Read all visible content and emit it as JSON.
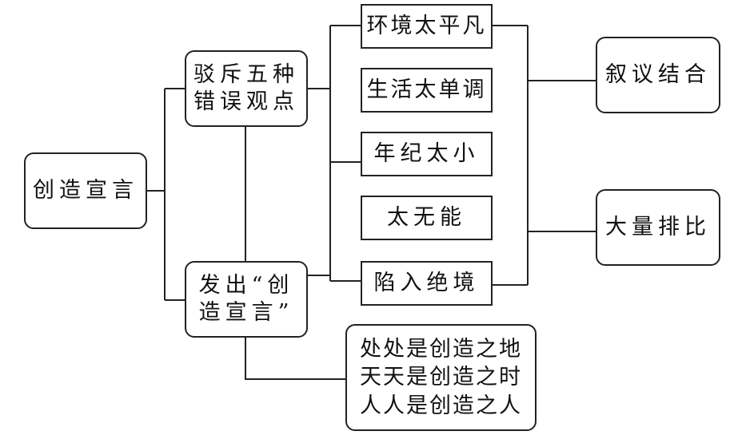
{
  "diagram": {
    "root": {
      "label": "创造宣言"
    },
    "branches": [
      {
        "label_lines": [
          "驳斥五种",
          "错误观点"
        ]
      },
      {
        "label_lines": [
          "发出“创",
          "造宣言”"
        ]
      }
    ],
    "errors": [
      {
        "label": "环境太平凡"
      },
      {
        "label": "生活太单调"
      },
      {
        "label": "年纪太小"
      },
      {
        "label": "太无能"
      },
      {
        "label": "陷入绝境"
      }
    ],
    "techniques": [
      {
        "label": "叙议结合"
      },
      {
        "label": "大量排比"
      }
    ],
    "declaration": {
      "lines": [
        "处处是创造之地",
        "天天是创造之时",
        "人人是创造之人"
      ]
    }
  },
  "colors": {
    "line": "#222222",
    "background": "#ffffff"
  }
}
